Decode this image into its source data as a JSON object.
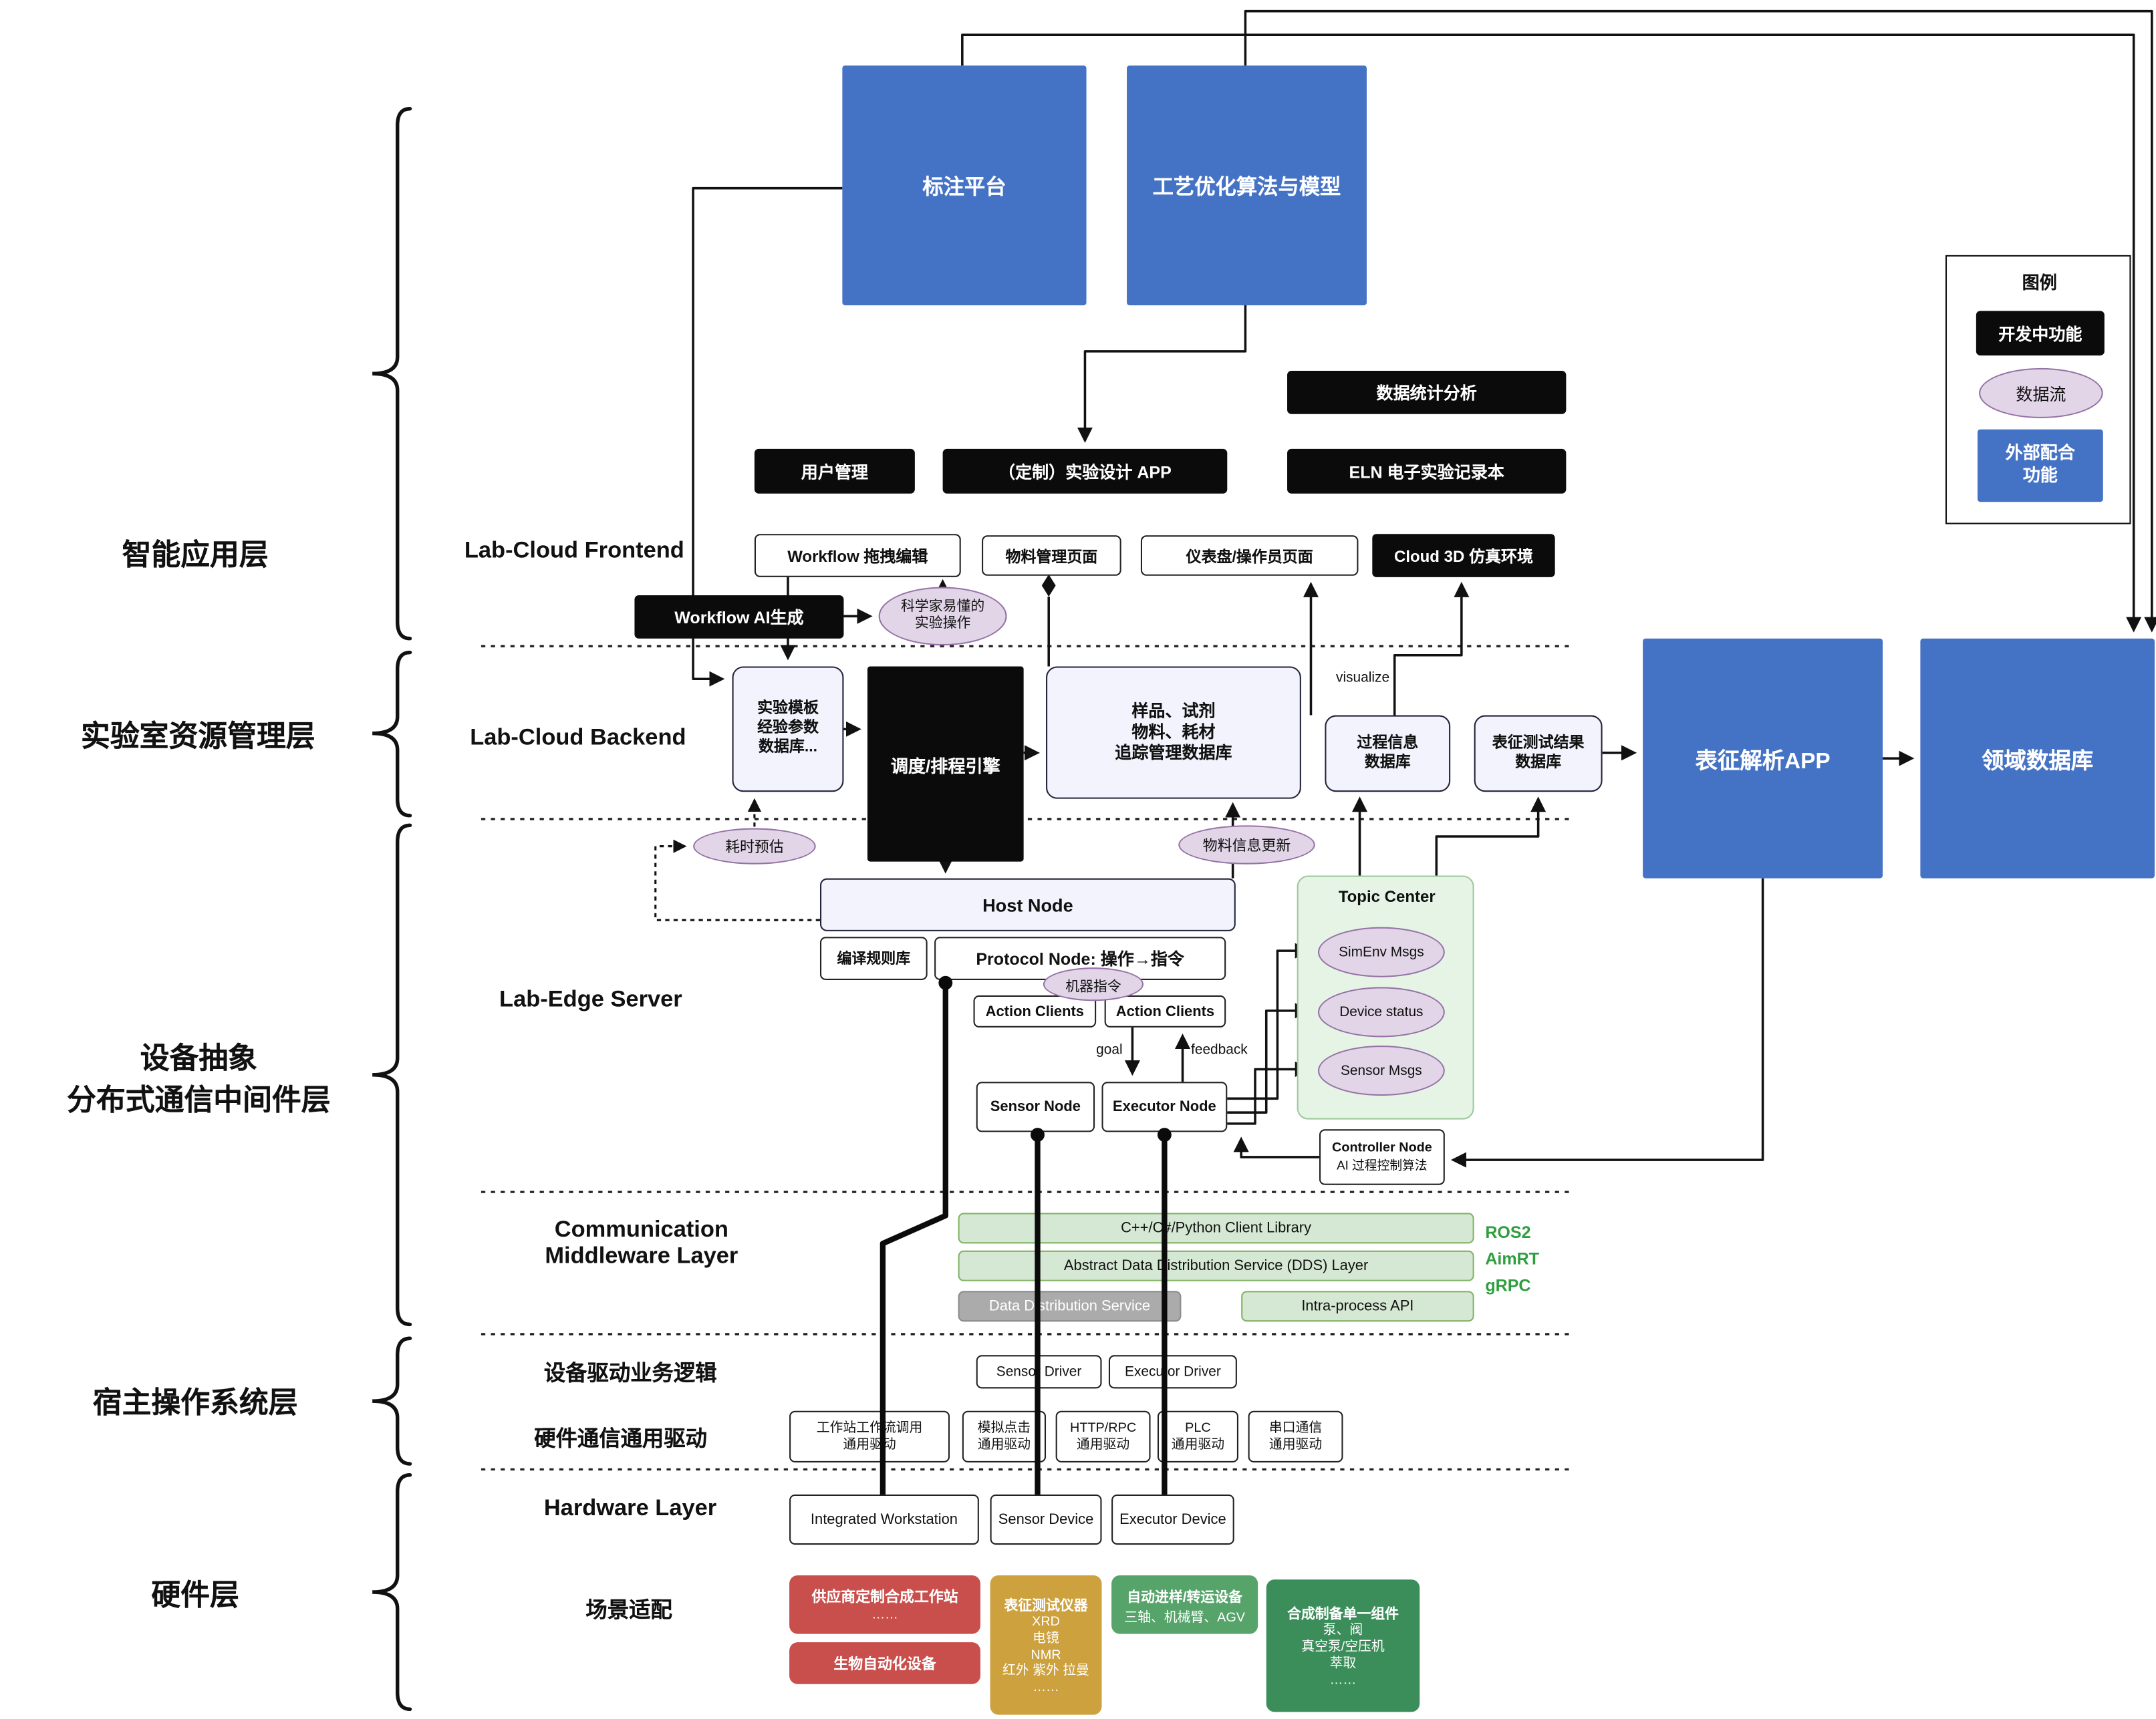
{
  "top": {
    "annotation_platform": "标注平台",
    "process_model": "工艺优化算法与模型"
  },
  "legend": {
    "title": "图例",
    "developing": "开发中功能",
    "data_flow": "数据流",
    "external": "外部配合\n功能"
  },
  "side": {
    "app_layer": "智能应用层",
    "resource_layer": "实验室资源管理层",
    "abstraction_line1": "设备抽象",
    "abstraction_line2": "分布式通信中间件层",
    "host_os_layer": "宿主操作系统层",
    "hardware_layer": "硬件层"
  },
  "frontend": {
    "section": "Lab-Cloud Frontend",
    "stats": "数据统计分析",
    "user_mgmt": "用户管理",
    "design_app": "（定制）实验设计 APP",
    "eln": "ELN 电子实验记录本",
    "workflow_edit": "Workflow 拖拽编辑",
    "material_page": "物料管理页面",
    "dashboard": "仪表盘/操作员页面",
    "cloud_3d": "Cloud 3D 仿真环境",
    "workflow_ai": "Workflow AI生成",
    "sci_ops": "科学家易懂的\n实验操作"
  },
  "backend": {
    "section": "Lab-Cloud Backend",
    "template_db": "实验模板\n经验参数\n数据库...",
    "scheduler": "调度/排程引擎",
    "sample_db": "样品、试剂\n物料、耗材\n追踪管理数据库",
    "process_db": "过程信息\n数据库",
    "char_db": "表征测试结果\n数据库",
    "char_app": "表征解析APP",
    "domain_db": "领域数据库",
    "visualize": "visualize",
    "time_est": "耗时预估",
    "material_update": "物料信息更新"
  },
  "edge": {
    "section": "Lab-Edge Server",
    "host_node": "Host Node",
    "rule_lib": "编译规则库",
    "protocol_node": "Protocol Node: 操作→指令",
    "machine_cmd": "机器指令",
    "action_clients_a": "Action Clients",
    "action_clients_b": "Action Clients",
    "goal": "goal",
    "feedback": "feedback",
    "sensor_node": "Sensor Node",
    "executor_node": "Executor Node",
    "topic_center": "Topic Center",
    "simenv_msgs": "SimEnv Msgs",
    "device_status": "Device status",
    "sensor_msgs": "Sensor Msgs",
    "controller_title": "Controller Node",
    "controller_sub": "AI 过程控制算法"
  },
  "middleware": {
    "section_line1": "Communication",
    "section_line2": "Middleware Layer",
    "client_lib": "C++/C#/Python Client Library",
    "dds_layer": "Abstract Data Distribution Service (DDS) Layer",
    "dds": "Data Distribution Service",
    "intra_api": "Intra-process API",
    "ros2": "ROS2",
    "aimrt": "AimRT",
    "grpc": "gRPC"
  },
  "host_os": {
    "driver_logic": "设备驱动业务逻辑",
    "sensor_driver": "Sensor Driver",
    "executor_driver": "Executor Driver",
    "generic_driver": "硬件通信通用驱动",
    "drv_workstation": "工作站工作流调用\n通用驱动",
    "drv_click": "模拟点击\n通用驱动",
    "drv_http": "HTTP/RPC\n通用驱动",
    "drv_plc": "PLC\n通用驱动",
    "drv_serial": "串口通信\n通用驱动"
  },
  "hardware": {
    "section": "Hardware Layer",
    "workstation": "Integrated Workstation",
    "sensor_device": "Sensor Device",
    "executor_device": "Executor Device",
    "scene": "场景适配",
    "vendor_title": "供应商定制合成工作站",
    "vendor_sub": "……",
    "bio": "生物自动化设备",
    "char_title": "表征测试仪器",
    "char_sub": "XRD\n电镜\nNMR\n红外 紫外 拉曼\n……",
    "transfer_title": "自动进样/转运设备",
    "transfer_sub": "三轴、机械臂、AGV",
    "synth_title": "合成制备单一组件",
    "synth_sub": "泵、阀\n真空泵/空压机\n萃取\n……"
  },
  "colors": {
    "blue": "#4472C4",
    "purple_fill": "#E1D5E7",
    "purple_stroke": "#9673A6",
    "green_fill": "#D5E8D4",
    "green_stroke": "#82B366"
  }
}
